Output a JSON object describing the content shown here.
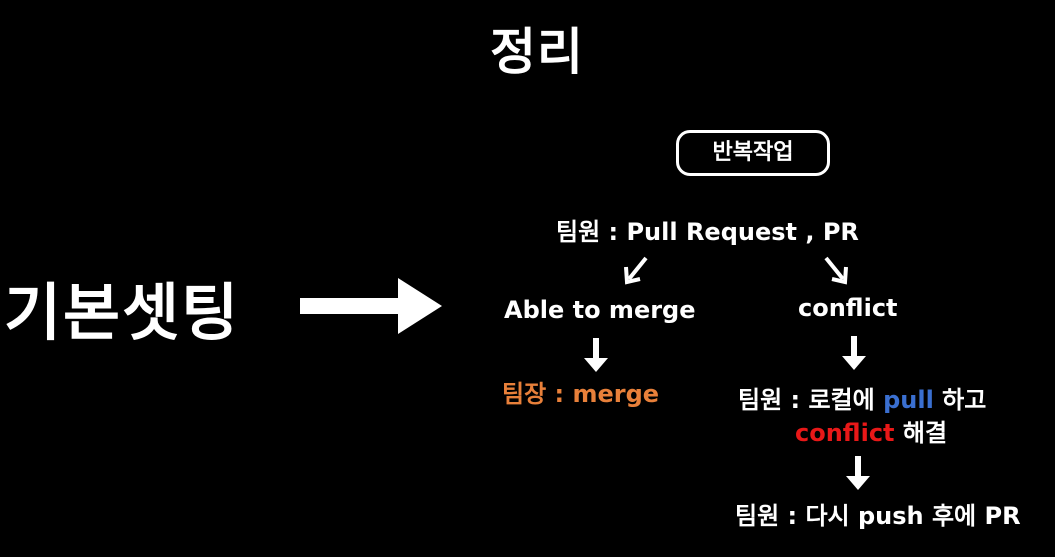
{
  "title": "정리",
  "left_label": "기본셋팅",
  "badge": "반복작업",
  "nodes": {
    "pull_request": "팀원 : Pull Request , PR",
    "able_to_merge": "Able to merge",
    "conflict": "conflict",
    "leader_merge": "팀장 : merge",
    "local_pull": {
      "prefix": "팀원 : 로컬에 ",
      "highlight": "pull",
      "suffix": " 하고"
    },
    "resolve": {
      "highlight": "conflict",
      "suffix": " 해결"
    },
    "push_pr": "팀원 : 다시 push 후에 PR"
  },
  "colors": {
    "background": "#000000",
    "text": "#ffffff",
    "leader": "#e8803a",
    "pull": "#3a6fd0",
    "conflict": "#e81818"
  }
}
